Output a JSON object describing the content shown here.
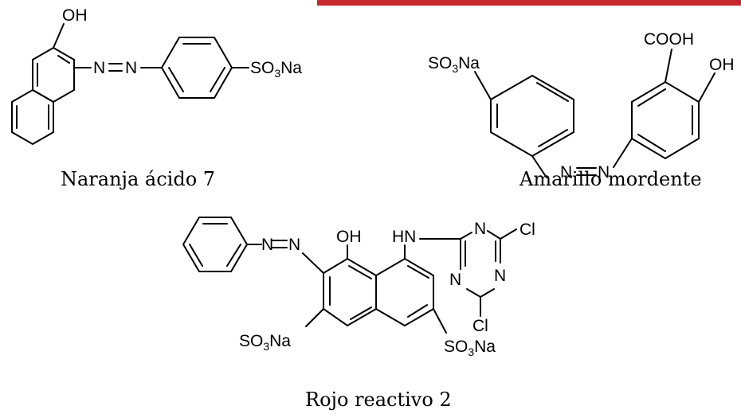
{
  "header": {
    "accent_color": "#c8282d"
  },
  "compounds": [
    {
      "caption": "Naranja ácido 7",
      "labels": {
        "oh": "OH",
        "azo_n1": "N",
        "azo_n2": "N",
        "sulfo_s": "SO",
        "sulfo_sub": "3",
        "sulfo_na": "Na"
      }
    },
    {
      "caption": "Amarillo mordente",
      "labels": {
        "cooh": "COOH",
        "oh": "OH",
        "sulfo_s": "SO",
        "sulfo_sub": "3",
        "sulfo_na": "Na",
        "azo_n1": "N",
        "azo_n2": "N"
      }
    },
    {
      "caption": "Rojo reactivo 2",
      "labels": {
        "oh": "OH",
        "hn": "HN",
        "azo_n1": "N",
        "azo_n2": "N",
        "tri_n_top": "N",
        "tri_n_left": "N",
        "tri_n_right": "N",
        "cl_top": "Cl",
        "cl_bottom": "Cl",
        "sulfo_left_s": "SO",
        "sulfo_left_sub": "3",
        "sulfo_left_na": "Na",
        "sulfo_right_s": "SO",
        "sulfo_right_sub": "3",
        "sulfo_right_na": "Na"
      }
    }
  ]
}
